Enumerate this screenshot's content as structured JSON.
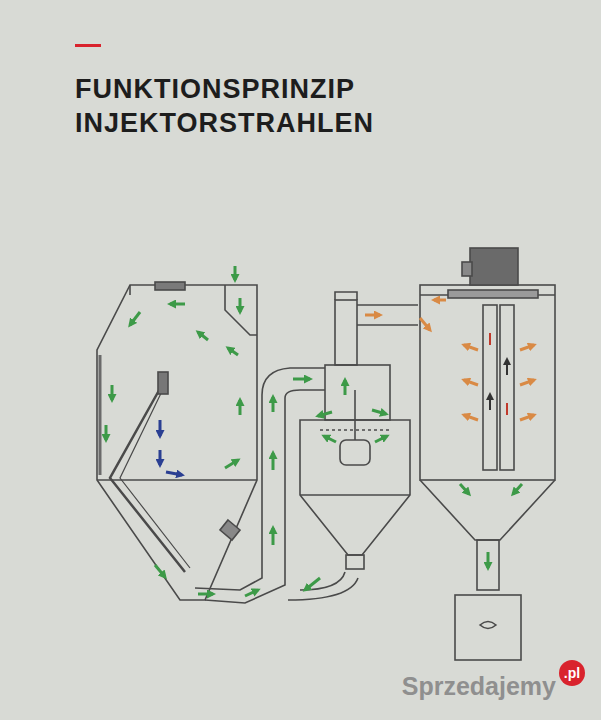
{
  "diagram": {
    "title": "FUNKTIONSPRINZIP INJEKTORSTRAHLEN",
    "labels": [
      "Sprzedajemy",
      ".pl"
    ]
  }
}
